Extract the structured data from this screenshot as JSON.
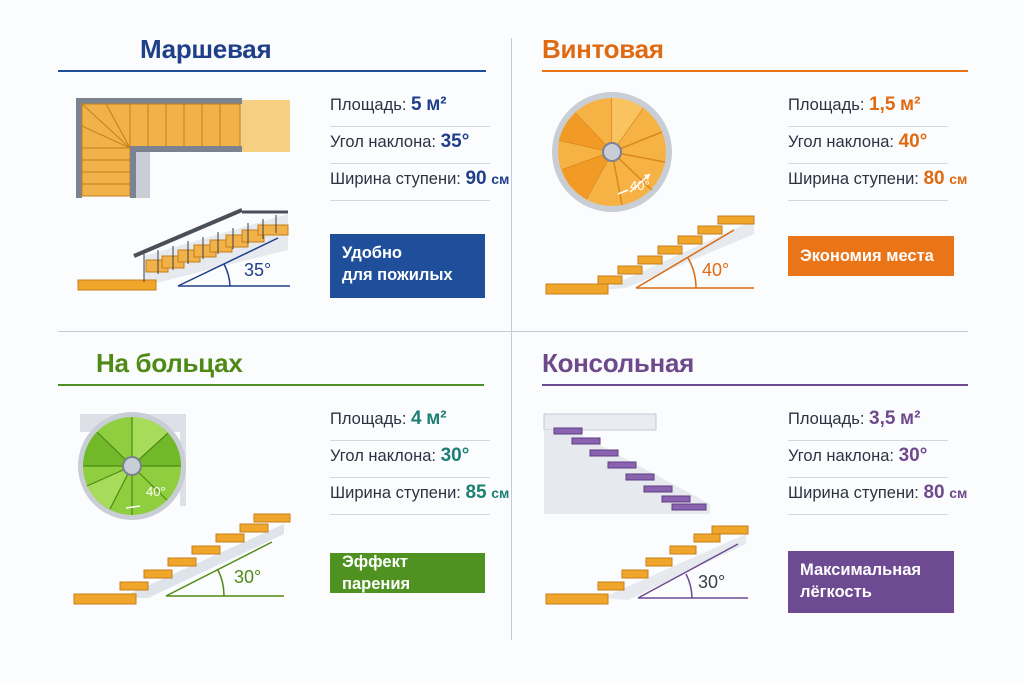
{
  "units": {
    "area": "м²",
    "width": "см",
    "area_label": "Площадь:",
    "angle_label": "Угол наклона:",
    "width_label": "Ширина ступени:"
  },
  "quadrants": [
    {
      "id": "marshevaya",
      "title": "Маршевая",
      "area": "5",
      "angle": "35°",
      "width": "90",
      "badge": [
        "Удобно",
        "для пожилых"
      ],
      "angle_label_drawing": "35°",
      "accent": "#1f4f9a",
      "wood": "#f0a52b"
    },
    {
      "id": "vintovaya",
      "title": "Винтовая",
      "area": "1,5",
      "angle": "40°",
      "width": "80",
      "badge": [
        "Экономия места"
      ],
      "angle_label_drawing": "40°",
      "angle_label_top": "40°",
      "accent": "#ea7418",
      "wood": "#f2a330"
    },
    {
      "id": "na-boltsakh",
      "title": "На больцах",
      "area": "4",
      "angle": "30°",
      "width": "85",
      "badge": [
        "Эффект парения"
      ],
      "angle_label_drawing": "30°",
      "angle_label_top": "40°",
      "accent": "#4f9222",
      "wood": "#f0a52b"
    },
    {
      "id": "konsolnaya",
      "title": "Консольная",
      "area": "3,5",
      "angle": "30°",
      "width": "80",
      "badge": [
        "Максимальная",
        "лёгкость"
      ],
      "angle_label_drawing": "30°",
      "accent": "#6d4a92",
      "wood": "#f0a52b"
    }
  ]
}
